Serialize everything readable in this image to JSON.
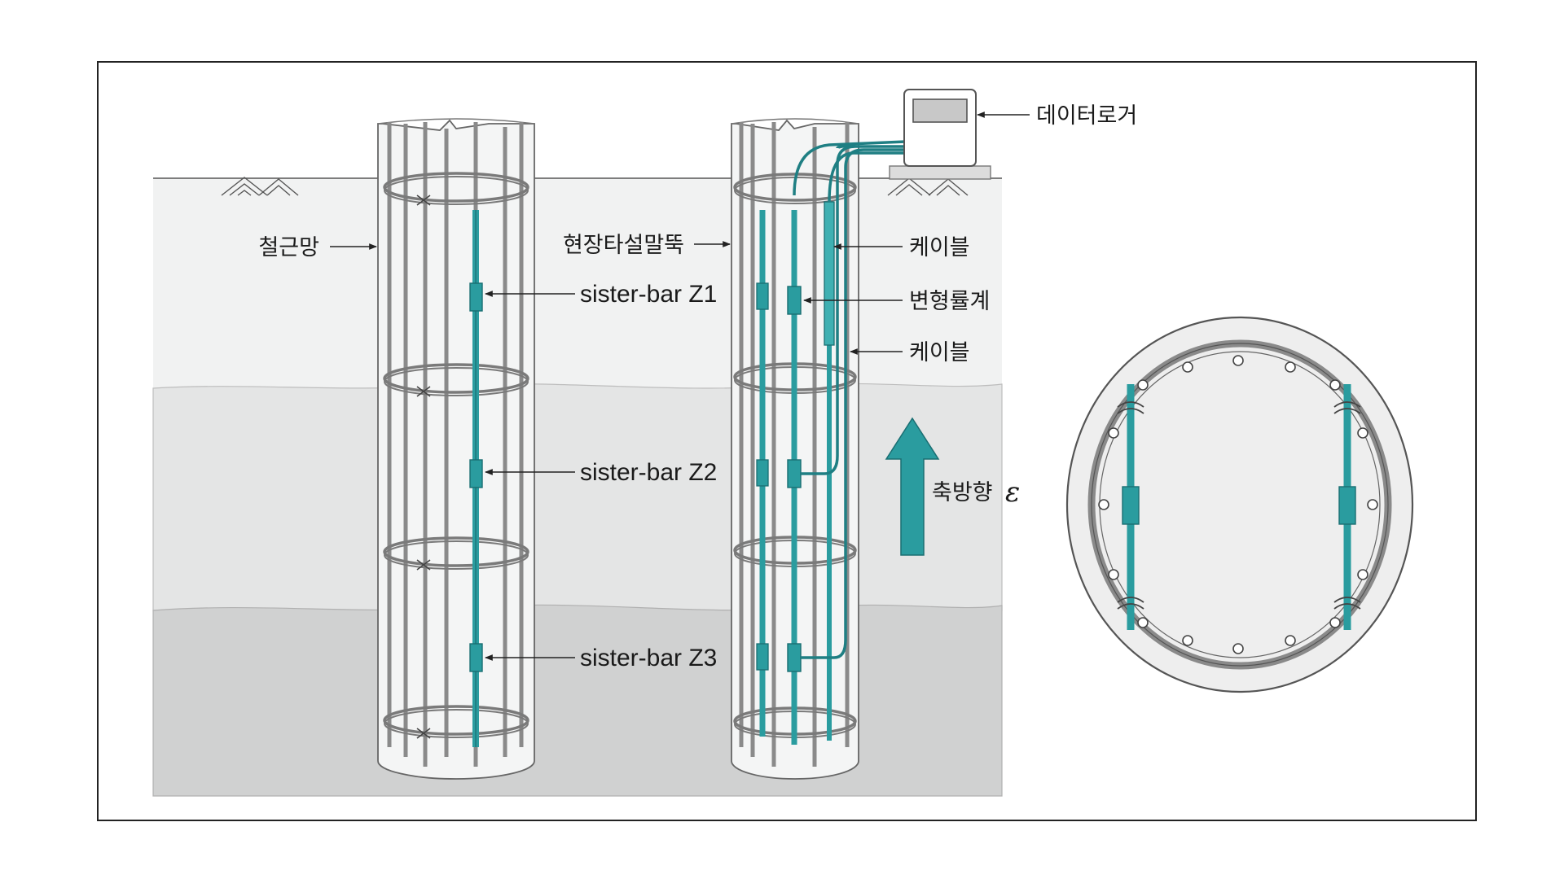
{
  "labels": {
    "rebar_cage": "철근망",
    "cast_in_place_pile": "현장타설말뚝",
    "sister_bar_z1": "sister-bar Z1",
    "sister_bar_z2": "sister-bar Z2",
    "sister_bar_z3": "sister-bar Z3",
    "data_logger": "데이터로거",
    "cable_top": "케이블",
    "strain_gauge": "변형률계",
    "cable_bottom": "케이블",
    "axial_direction": "축방향",
    "epsilon": "ε"
  },
  "colors": {
    "sensor_teal": "#2a9c9f",
    "sensor_dark": "#1a6e72",
    "rebar_gray": "#8a8a8a",
    "soil_top": "#f1f2f2",
    "soil_mid": "#e4e5e5",
    "soil_bottom": "#d0d1d1",
    "pile_fill": "#f4f5f5",
    "frame": "#222222"
  },
  "icons": [
    "data-logger-icon",
    "ground-hatch-icon",
    "tie-wire-icon",
    "up-arrow-icon"
  ]
}
